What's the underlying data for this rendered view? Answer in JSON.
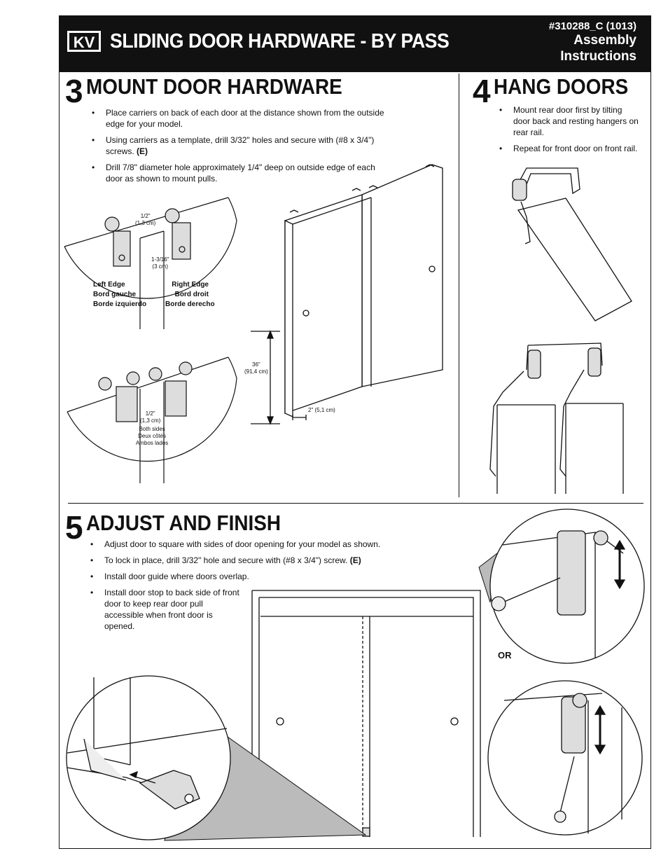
{
  "header": {
    "brand": "KV",
    "title": "SLIDING DOOR HARDWARE - BY PASS",
    "code": "#310288_C (1013)",
    "subtitle_line1": "Assembly",
    "subtitle_line2": "Instructions"
  },
  "step3": {
    "number": "3",
    "title": "MOUNT DOOR HARDWARE",
    "bullets": [
      {
        "text": "Place carriers on back of each door at the distance shown from the outside edge for your model.",
        "bold": ""
      },
      {
        "text": "Using carriers as a template, drill 3/32\" holes and secure with (#8 x 3/4\") screws. ",
        "bold": "(E)"
      },
      {
        "text": "Drill 7/8\" diameter hole approximately 1/4\" deep on outside edge of each door as shown to mount pulls.",
        "bold": ""
      }
    ],
    "labels": {
      "half_inch": "1/2\"",
      "half_inch_cm": "(1,3 cm)",
      "one_3_16": "1-3/16\"",
      "one_3_16_cm": "(3 cm)",
      "left_edge": [
        "Left Edge",
        "Bord gauche",
        "Borde izquierdo"
      ],
      "right_edge": [
        "Right Edge",
        "Bord droit",
        "Borde derecho"
      ],
      "half_inch_2": "1/2\"",
      "half_inch_2_cm": "(1,3 cm)",
      "both_sides": [
        "Both sides",
        "Deux côtés",
        "Ambos lados"
      ],
      "thirty_six": "36\"",
      "thirty_six_cm": "(91,4 cm)",
      "two_inch": "2\" (5,1 cm)"
    }
  },
  "step4": {
    "number": "4",
    "title": "HANG DOORS",
    "bullets": [
      {
        "text": "Mount rear door first by tilting door back and resting hangers on rear rail.",
        "bold": ""
      },
      {
        "text": "Repeat for front door on front rail.",
        "bold": ""
      }
    ]
  },
  "step5": {
    "number": "5",
    "title": "ADJUST AND FINISH",
    "bullets": [
      {
        "text": "Adjust door to square with sides of door opening for your model as shown.",
        "bold": ""
      },
      {
        "text": "To lock in place, drill 3/32\" hole and secure with (#8 x 3/4\") screw. ",
        "bold": "(E)"
      },
      {
        "text": "Install door guide where doors overlap.",
        "bold": ""
      },
      {
        "text": "Install door stop to back side of front door to keep rear door pull accessible when front door is opened.",
        "bold": ""
      }
    ],
    "or_label": "OR"
  }
}
